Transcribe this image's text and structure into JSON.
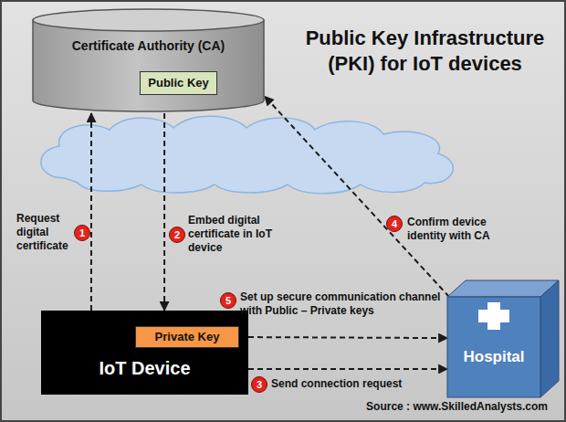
{
  "diagram": {
    "title": "Public Key Infrastructure (PKI) for IoT devices",
    "caption": "Source : www.SkilledAnalysts.com",
    "nodes": [
      {
        "text": [
          "Certificate Authority (CA)"
        ]
      },
      {
        "text": [
          "Public Key"
        ],
        "in": 0
      },
      {
        "text": [
          "IoT Device"
        ]
      },
      {
        "text": [
          "Private Key"
        ],
        "in": 2
      },
      {
        "text": [
          "Hospital"
        ]
      }
    ],
    "edges": [
      {
        "from": 2,
        "to": 0,
        "arrow": "to",
        "label": "Request digital certificate"
      },
      {
        "from": 0,
        "to": 2,
        "arrow": "to",
        "label": "Embed digital certificate in IoT device"
      },
      {
        "from": 4,
        "to": 0,
        "arrow": "to",
        "label": "Confirm device identity with CA"
      },
      {
        "from": 3,
        "to": 4,
        "arrow": "both",
        "label": "Set up secure communication channel with Public – Private keys"
      },
      {
        "from": 2,
        "to": 4,
        "arrow": "to",
        "label": "Send connection request"
      }
    ],
    "labels": [
      "1",
      "2",
      "3",
      "4",
      "5"
    ]
  }
}
